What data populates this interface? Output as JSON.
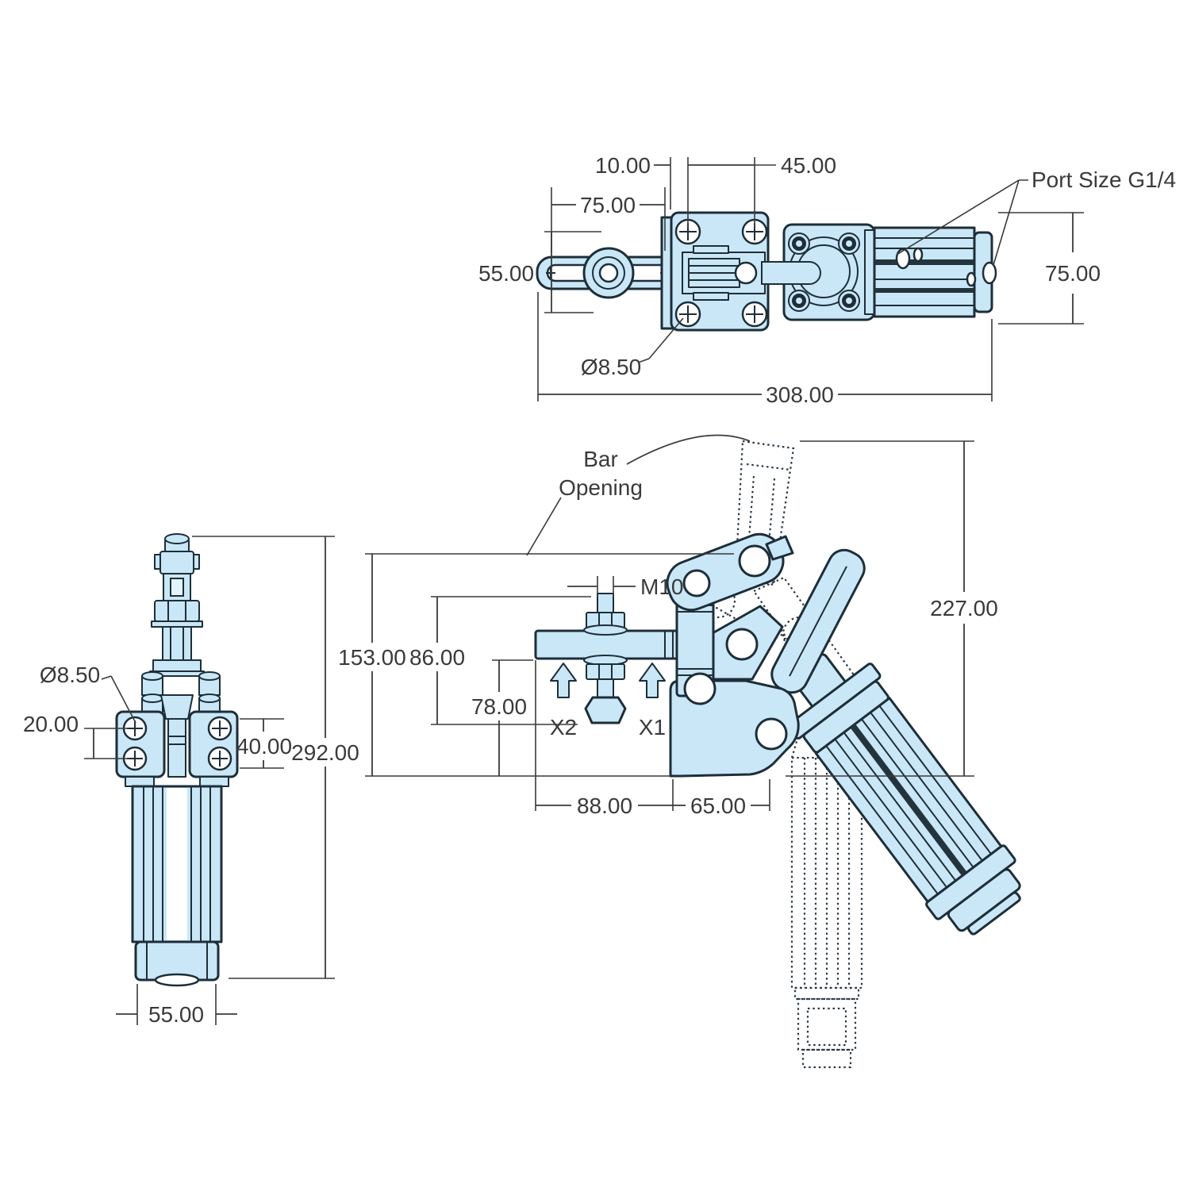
{
  "drawing": {
    "type": "technical-drawing",
    "subject": "pneumatic toggle clamp, three orthographic views",
    "colors": {
      "part_fill": "#c9e7f7",
      "outline": "#1e2e38",
      "dimension": "#3a3a3a",
      "background": "#ffffff"
    }
  },
  "views": {
    "top_view": {
      "d10": "10.00",
      "d45": "45.00",
      "d75_width": "75.00",
      "d55_height": "55.00",
      "d75_height": "75.00",
      "d308_length": "308.00",
      "dia_8_5": "Ø8.50",
      "port_label": "Port Size G1/4"
    },
    "front_view": {
      "dia_8_5": "Ø8.50",
      "d20": "20.00",
      "d40": "40.00",
      "d292_height": "292.00",
      "d55_width": "55.00"
    },
    "side_view": {
      "bar_line1": "Bar",
      "bar_line2": "Opening",
      "m10": "M10",
      "d153": "153.00",
      "d86": "86.00",
      "d78": "78.00",
      "x2": "X2",
      "x1": "X1",
      "d227": "227.00",
      "d88": "88.00",
      "d65": "65.00"
    }
  }
}
